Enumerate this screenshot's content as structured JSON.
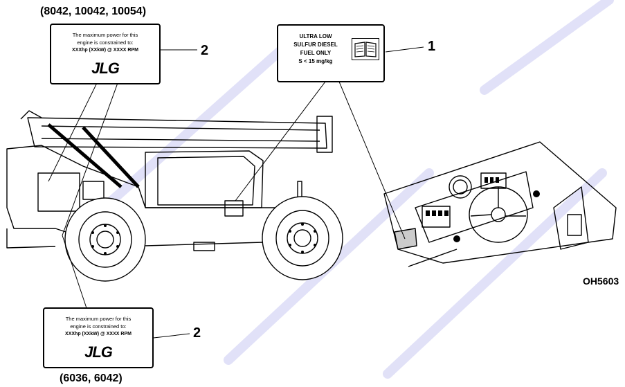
{
  "top_models": "(8042, 10042, 10054)",
  "bottom_models": "(6036, 6042)",
  "callouts": {
    "one": "1",
    "two_top": "2",
    "two_bottom": "2"
  },
  "power_decal": {
    "line1": "The maximum power for this",
    "line2": "engine is constrained to:",
    "line3": "XXXhp (XXkW) @ XXXX RPM",
    "logo": "JLG"
  },
  "fuel_decal": {
    "line1": "ULTRA LOW",
    "line2": "SULFUR DIESEL",
    "line3": "FUEL ONLY",
    "line4": "S < 15 mg/kg"
  },
  "figure_id": "OH5603",
  "colors": {
    "line": "#000000",
    "watermark": "#c8c8f0"
  }
}
